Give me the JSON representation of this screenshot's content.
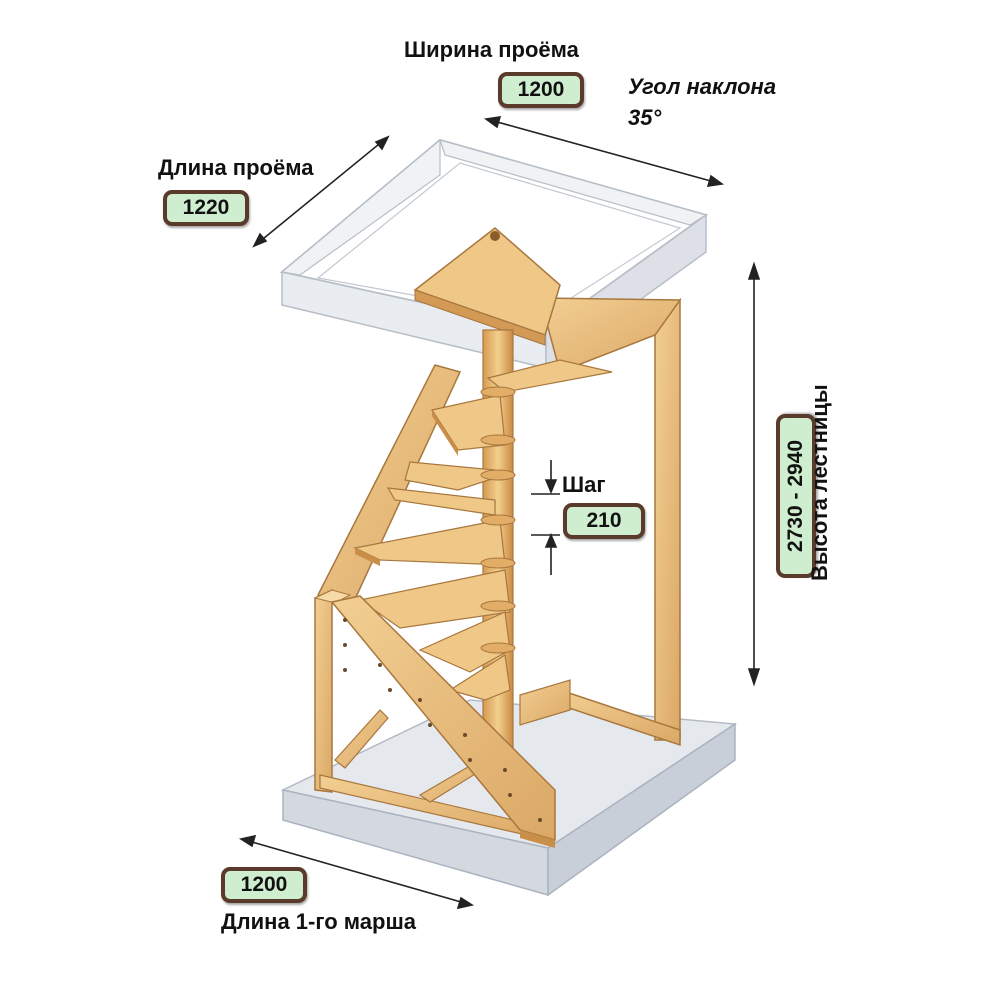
{
  "labels": {
    "opening_width": "Ширина проёма",
    "opening_length": "Длина проёма",
    "slope_angle": "Угол наклона",
    "slope_angle_value": "35°",
    "step": "Шаг",
    "stair_height": "Высота лестницы",
    "first_flight_length": "Длина 1-го марша"
  },
  "values": {
    "opening_width": "1200",
    "opening_length": "1220",
    "step": "210",
    "stair_height": "2730 - 2940",
    "first_flight_length": "1200"
  },
  "colors": {
    "badge_fill": "#cfeecf",
    "badge_border": "#5a3a2a",
    "wood": "#e9bd7a",
    "wood_dark": "#c98e47",
    "glass": "#dfe4ea"
  }
}
